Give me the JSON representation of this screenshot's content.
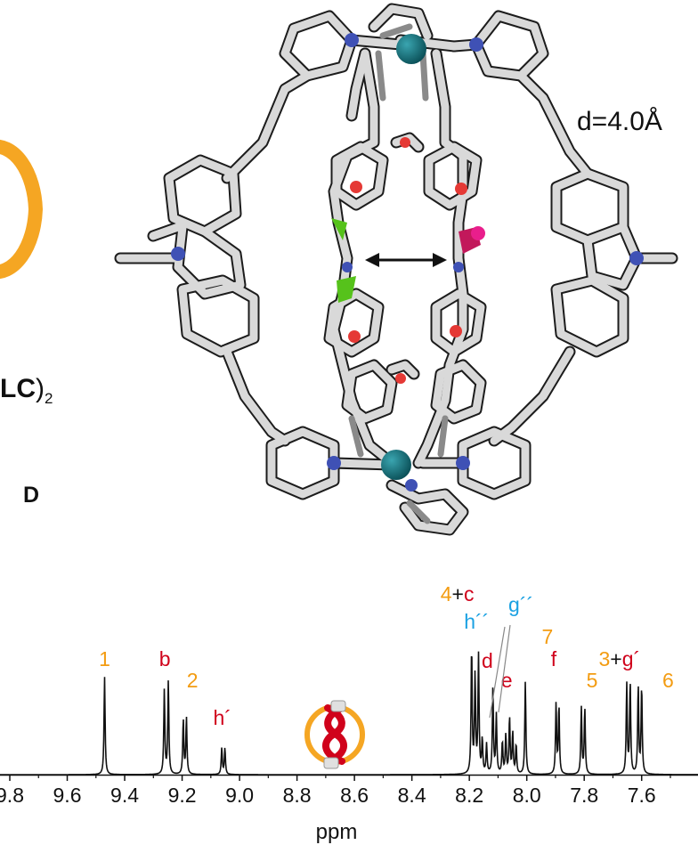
{
  "labels": {
    "distance": "d=4.0Å",
    "complex_prefix": "LC",
    "complex_paren": ")",
    "complex_subscript": "2",
    "panel": "D",
    "ppm": "ppm"
  },
  "colors": {
    "orange": "#f39c12",
    "red": "#d0021b",
    "blue": "#1ba1e2",
    "bond_gray": "#d9d9d9",
    "nitrogen": "#3f51b5",
    "oxygen": "#e53935",
    "metal": "#0e6f7a",
    "chlorine": "#56c21b",
    "magenta": "#c2185b"
  },
  "chart_data": {
    "type": "line",
    "xlabel": "ppm",
    "xlim": [
      9.83,
      7.5
    ],
    "tick_labels": [
      "9.8",
      "9.6",
      "9.4",
      "9.2",
      "9.0",
      "8.8",
      "8.6",
      "8.4",
      "8.2",
      "8.0",
      "7.8",
      "7.6"
    ],
    "tick_values": [
      9.8,
      9.6,
      9.4,
      9.2,
      9.0,
      8.8,
      8.6,
      8.4,
      8.2,
      8.0,
      7.8,
      7.6
    ],
    "peaks": [
      {
        "ppm": 9.47,
        "h": 1.0
      },
      {
        "ppm": 9.262,
        "h": 0.86
      },
      {
        "ppm": 9.248,
        "h": 0.95
      },
      {
        "ppm": 9.196,
        "h": 0.56
      },
      {
        "ppm": 9.185,
        "h": 0.58
      },
      {
        "ppm": 9.062,
        "h": 0.27
      },
      {
        "ppm": 9.051,
        "h": 0.27
      },
      {
        "ppm": 8.192,
        "h": 1.3
      },
      {
        "ppm": 8.18,
        "h": 1.0
      },
      {
        "ppm": 8.168,
        "h": 1.2
      },
      {
        "ppm": 8.155,
        "h": 0.35
      },
      {
        "ppm": 8.14,
        "h": 0.3
      },
      {
        "ppm": 8.118,
        "h": 0.88
      },
      {
        "ppm": 8.106,
        "h": 0.6
      },
      {
        "ppm": 8.085,
        "h": 0.33
      },
      {
        "ppm": 8.073,
        "h": 0.4
      },
      {
        "ppm": 8.06,
        "h": 0.58
      },
      {
        "ppm": 8.049,
        "h": 0.42
      },
      {
        "ppm": 8.037,
        "h": 0.3
      },
      {
        "ppm": 8.005,
        "h": 0.95
      },
      {
        "ppm": 7.898,
        "h": 0.72
      },
      {
        "ppm": 7.888,
        "h": 0.7
      },
      {
        "ppm": 7.81,
        "h": 0.68
      },
      {
        "ppm": 7.798,
        "h": 0.68
      },
      {
        "ppm": 7.652,
        "h": 0.92
      },
      {
        "ppm": 7.64,
        "h": 0.95
      },
      {
        "ppm": 7.612,
        "h": 0.9
      },
      {
        "ppm": 7.6,
        "h": 0.9
      }
    ],
    "peak_labels": [
      {
        "parts": [
          {
            "text": "1",
            "color": "orange"
          }
        ],
        "ppm": 9.47,
        "level": 0
      },
      {
        "parts": [
          {
            "text": "b",
            "color": "red"
          }
        ],
        "ppm": 9.26,
        "level": 0
      },
      {
        "parts": [
          {
            "text": "2",
            "color": "orange"
          }
        ],
        "ppm": 9.17,
        "level": 1
      },
      {
        "parts": [
          {
            "text": "h´",
            "color": "red"
          }
        ],
        "ppm": 9.06,
        "level": 2
      },
      {
        "parts": [
          {
            "text": "4",
            "color": "orange"
          },
          {
            "text": "+",
            "color": "black"
          },
          {
            "text": "c",
            "color": "red"
          }
        ],
        "ppm": 8.18,
        "level": -3
      },
      {
        "parts": [
          {
            "text": "g´´",
            "color": "blue"
          }
        ],
        "ppm": 8.07,
        "level": -2
      },
      {
        "parts": [
          {
            "text": "h´´",
            "color": "blue"
          }
        ],
        "ppm": 8.15,
        "level": -1
      },
      {
        "parts": [
          {
            "text": "7",
            "color": "orange"
          }
        ],
        "ppm": 7.99,
        "level": -0.6
      },
      {
        "parts": [
          {
            "text": "d",
            "color": "red"
          }
        ],
        "ppm": 8.125,
        "level": 0.2
      },
      {
        "parts": [
          {
            "text": "e",
            "color": "red"
          }
        ],
        "ppm": 8.07,
        "level": 1
      },
      {
        "parts": [
          {
            "text": "f",
            "color": "red"
          }
        ],
        "ppm": 7.9,
        "level": 0
      },
      {
        "parts": [
          {
            "text": "5",
            "color": "orange"
          }
        ],
        "ppm": 7.81,
        "level": 1
      },
      {
        "parts": [
          {
            "text": "3",
            "color": "orange"
          },
          {
            "text": "+",
            "color": "black"
          },
          {
            "text": "g´",
            "color": "red"
          }
        ],
        "ppm": 7.64,
        "level": 0
      },
      {
        "parts": [
          {
            "text": "6",
            "color": "orange"
          }
        ],
        "ppm": 7.57,
        "level": 1
      }
    ]
  }
}
